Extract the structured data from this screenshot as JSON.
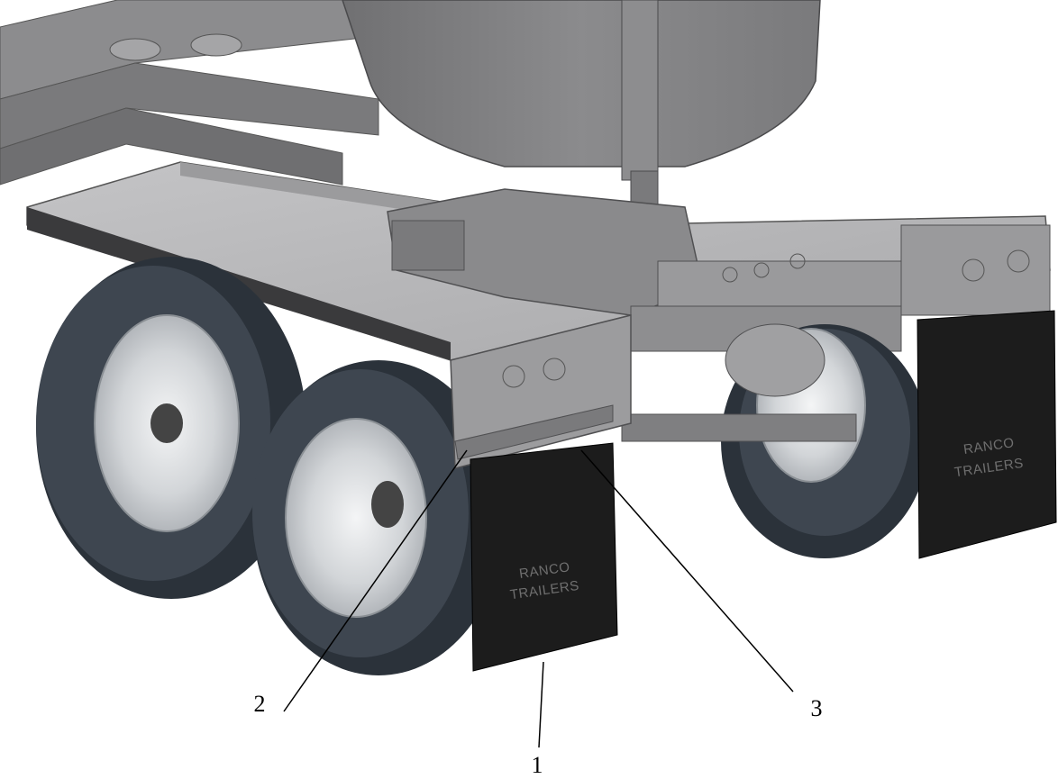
{
  "callouts": [
    {
      "id": "1",
      "label": "1"
    },
    {
      "id": "2",
      "label": "2"
    },
    {
      "id": "3",
      "label": "3"
    }
  ],
  "mud_flap_left": {
    "line1": "RANCO",
    "line2": "TRAILERS"
  },
  "mud_flap_right": {
    "line1": "RANCO",
    "line2": "TRAILERS"
  },
  "colors": {
    "tire": "#3e4650",
    "tire_shadow": "#2b323a",
    "rim": "#d9dbde",
    "steel": "#9a9a9c",
    "steel_dark": "#6e6e70",
    "deck": "#b8b8ba",
    "flap": "#1c1c1c"
  }
}
